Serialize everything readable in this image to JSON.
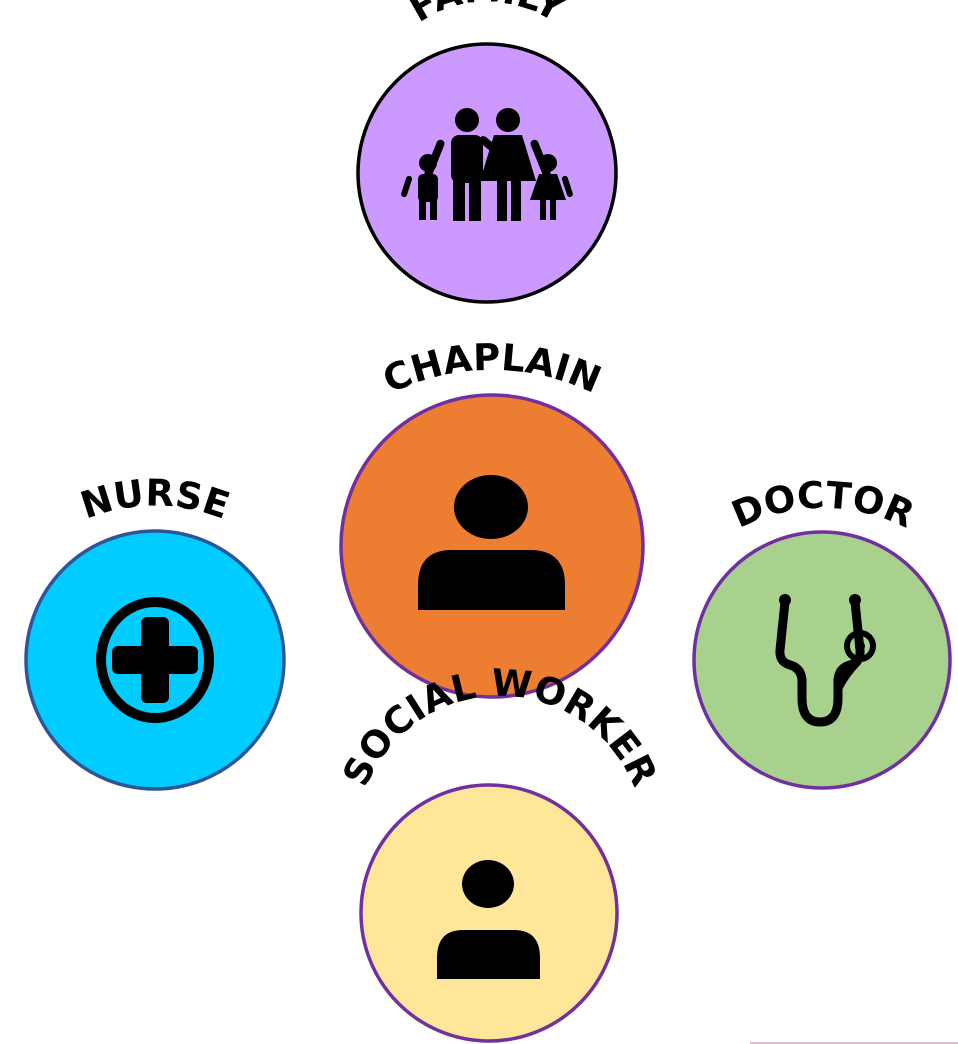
{
  "nodes": {
    "family": {
      "label": "FAMILY",
      "icon": "family-icon",
      "fill": "#cc99ff",
      "border": "#000000"
    },
    "chaplain": {
      "label": "CHAPLAIN",
      "icon": "person-icon",
      "fill": "#ed7d31",
      "border": "#7030a0"
    },
    "nurse": {
      "label": "NURSE",
      "icon": "medical-cross-icon",
      "fill": "#00ccff",
      "border": "#2f5597"
    },
    "doctor": {
      "label": "DOCTOR",
      "icon": "stethoscope-icon",
      "fill": "#a9d18e",
      "border": "#7030a0"
    },
    "social_worker": {
      "label": "SOCIAL WORKER",
      "icon": "person-icon",
      "fill": "#ffe699",
      "border": "#7030a0"
    }
  }
}
